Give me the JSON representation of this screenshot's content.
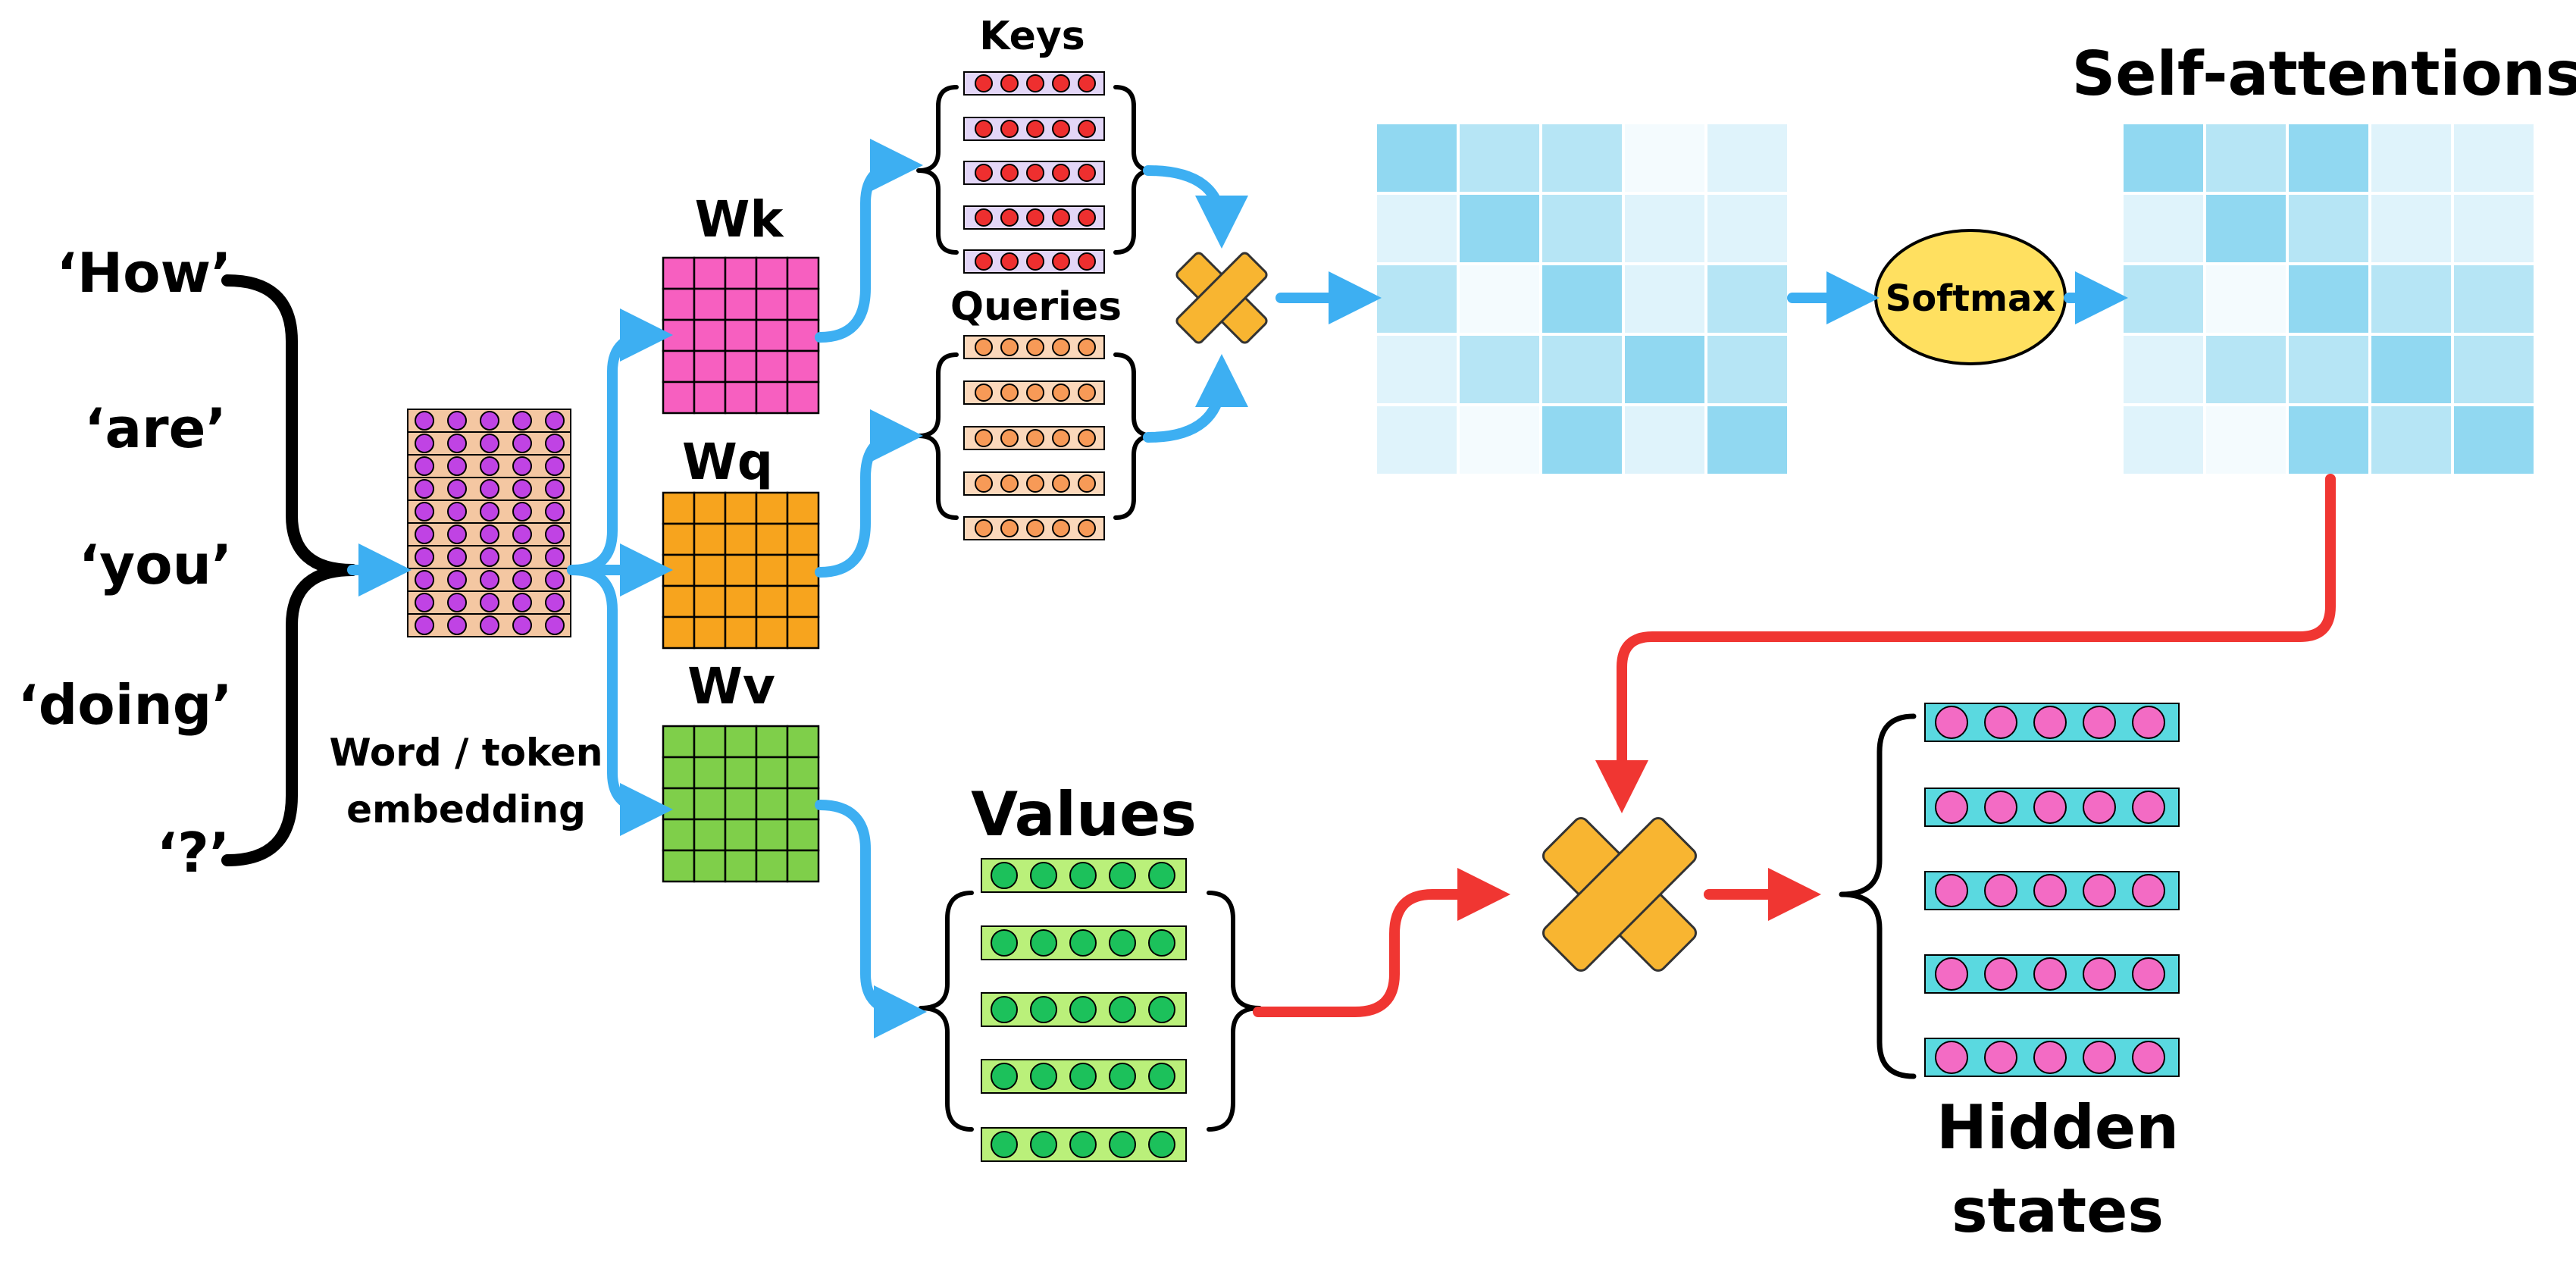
{
  "tokens": [
    "‘How’",
    "‘are’",
    "‘you’",
    "‘doing’",
    "‘?’"
  ],
  "embedding": {
    "label_line1": "Word / token",
    "label_line2": "embedding",
    "rows": 10,
    "dots_per_row": 5
  },
  "weights": {
    "wk": "Wk",
    "wq": "Wq",
    "wv": "Wv"
  },
  "keys": {
    "label": "Keys",
    "rows": 5,
    "dots_per_row": 5
  },
  "queries": {
    "label": "Queries",
    "rows": 5,
    "dots_per_row": 5
  },
  "values": {
    "label": "Values",
    "rows": 5,
    "dots_per_row": 5
  },
  "softmax": {
    "label": "Softmax"
  },
  "self_attention": {
    "title": "Self-attentions"
  },
  "hidden_states": {
    "label_line1": "Hidden",
    "label_line2": "states",
    "rows": 5,
    "dots_per_row": 5
  },
  "score_matrix": [
    [
      3,
      2,
      2,
      0,
      1
    ],
    [
      1,
      3,
      2,
      1,
      1
    ],
    [
      2,
      0,
      3,
      1,
      2
    ],
    [
      1,
      2,
      2,
      3,
      2
    ],
    [
      1,
      0,
      3,
      1,
      3
    ]
  ],
  "attention_matrix": [
    [
      3,
      2,
      3,
      1,
      1
    ],
    [
      1,
      3,
      2,
      1,
      1
    ],
    [
      2,
      0,
      3,
      2,
      2
    ],
    [
      1,
      2,
      2,
      3,
      2
    ],
    [
      1,
      0,
      3,
      2,
      3
    ]
  ],
  "colors": {
    "arrow_blue": "#3daff2",
    "arrow_red": "#f03632",
    "embedding_bg": "#f4c7a2",
    "embedding_dot": "#c043e4",
    "wk": "#f75fc0",
    "wq": "#f7a41e",
    "wv": "#7fcf4a",
    "key_dot": "#ee2f2f",
    "key_bg": "#e3d6f7",
    "query_dot": "#f79a57",
    "query_bg": "#fbd8bb",
    "value_dot": "#1cc15b",
    "value_bg": "#baf07a",
    "hidden_dot": "#f36bc4",
    "hidden_bg": "#5ad9e0",
    "softmax_fill": "#ffe060",
    "multiply": "#f8b531",
    "heat_levels": [
      "#f4fbfe",
      "#dff3fb",
      "#b6e5f5",
      "#91d8f1"
    ]
  }
}
